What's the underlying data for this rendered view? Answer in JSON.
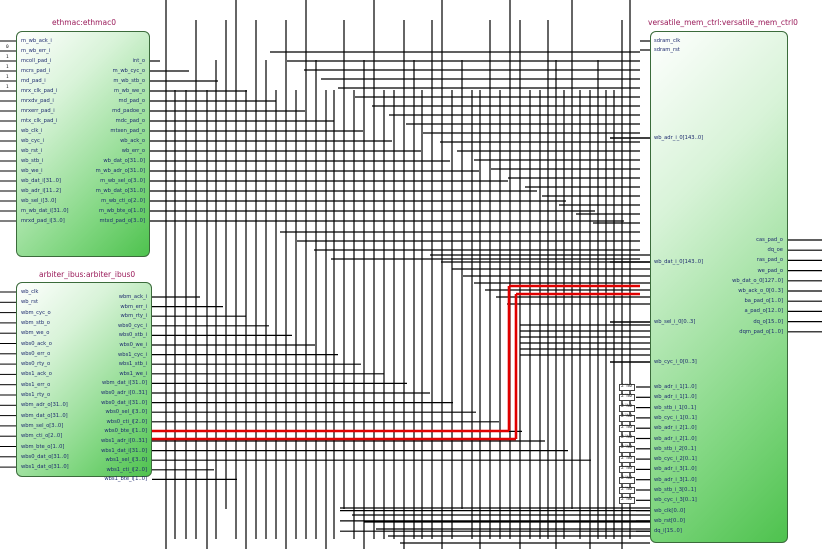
{
  "colors": {
    "wire": "#000000",
    "highlight": "#e00000",
    "block_border": "#3b6b3b",
    "title": "#9a1b5a",
    "pin": "#1d2a6e"
  },
  "blocks": {
    "eth": {
      "title": "ethmac:ethmac0",
      "inputs": [
        "m_wb_ack_i",
        "m_wb_err_i",
        "mcoll_pad_i",
        "mcrs_pad_i",
        "md_pad_i",
        "mrx_clk_pad_i",
        "mrxdv_pad_i",
        "mrxerr_pad_i",
        "mtx_clk_pad_i",
        "wb_clk_i",
        "wb_cyc_i",
        "wb_rst_i",
        "wb_stb_i",
        "wb_we_i",
        "wb_dat_i[31..0]",
        "wb_adr_i[11..2]",
        "wb_sel_i[3..0]",
        "m_wb_dat_i[31..0]",
        "mrxd_pad_i[3..0]"
      ],
      "outputs": [
        "int_o",
        "m_wb_cyc_o",
        "m_wb_stb_o",
        "m_wb_we_o",
        "md_pad_o",
        "md_padoe_o",
        "mdc_pad_o",
        "mtxen_pad_o",
        "wb_ack_o",
        "wb_err_o",
        "wb_dat_o[31..0]",
        "m_wb_adr_o[31..0]",
        "m_wb_sel_o[3..0]",
        "m_wb_dat_o[31..0]",
        "m_wb_cti_o[2..0]",
        "m_wb_bte_o[1..0]",
        "mtxd_pad_o[3..0]"
      ],
      "input_consts": [
        "",
        "0",
        "1",
        "1",
        "1",
        "1",
        "",
        "",
        "",
        "",
        "",
        "",
        "",
        "",
        "",
        "",
        "",
        "",
        ""
      ]
    },
    "arb": {
      "title": "arbiter_ibus:arbiter_ibus0",
      "inputs": [
        "wb_clk",
        "wb_rst",
        "wbm_cyc_o",
        "wbm_stb_o",
        "wbm_we_o",
        "wbs0_ack_o",
        "wbs0_err_o",
        "wbs0_rty_o",
        "wbs1_ack_o",
        "wbs1_err_o",
        "wbs1_rty_o",
        "wbm_adr_o[31..0]",
        "wbm_dat_o[31..0]",
        "wbm_sel_o[3..0]",
        "wbm_cti_o[2..0]",
        "wbm_bte_o[1..0]",
        "wbs0_dat_o[31..0]",
        "wbs1_dat_o[31..0]"
      ],
      "outputs": [
        "wbm_ack_i",
        "wbm_err_i",
        "wbm_rty_i",
        "wbs0_cyc_i",
        "wbs0_stb_i",
        "wbs0_we_i",
        "wbs1_cyc_i",
        "wbs1_stb_i",
        "wbs1_we_i",
        "wbm_dat_i[31..0]",
        "wbs0_adr_i[0..31]",
        "wbs0_dat_i[31..0]",
        "wbs0_sel_i[3..0]",
        "wbs0_cti_i[2..0]",
        "wbs0_bte_i[1..0]",
        "wbs1_adr_i[0..31]",
        "wbs1_dat_i[31..0]",
        "wbs1_sel_i[3..0]",
        "wbs1_cti_i[2..0]",
        "wbs1_bte_i[1..0]"
      ]
    },
    "mem": {
      "title": "versatile_mem_ctrl:versatile_mem_ctrl0",
      "inputs_top": [
        "sdram_clk",
        "sdram_rst"
      ],
      "inputs_mid": [
        "wb_adr_i_0[143..0]",
        "wb_dat_i_0[143..0]",
        "wb_sel_i_0[0..3]",
        "wb_cyc_i_0[0..3]"
      ],
      "inputs_low": [
        "wb_adr_i_1[1..0]",
        "wb_adr_i_1[1..0]",
        "wb_stb_i_1[0..1]",
        "wb_cyc_i_1[0..1]",
        "wb_adr_i_2[1..0]",
        "wb_adr_i_2[1..0]",
        "wb_stb_i_2[0..1]",
        "wb_cyc_i_2[0..1]",
        "wb_adr_i_3[1..0]",
        "wb_adr_i_3[1..0]",
        "wb_stb_i_3[0..1]",
        "wb_cyc_i_3[0..1]",
        "wb_clk[0..0]",
        "wb_rst[0..0]",
        "dq_i[15..0]"
      ],
      "const_labels": [
        "2'h0",
        "2'h0",
        "2'h0",
        "2'h0",
        "2'h0",
        "2'h0",
        "2'h0",
        "2'h0",
        "2'h0",
        "2'h0",
        "2'h0",
        "2'h0"
      ],
      "outputs": [
        "cas_pad_o",
        "dq_oe",
        "ras_pad_o",
        "we_pad_o",
        "wb_dat_o_0[127..0]",
        "wb_ack_o_0[0..3]",
        "ba_pad_o[1..0]",
        "a_pad_o[12..0]",
        "dq_o[15..0]",
        "dqm_pad_o[1..0]"
      ]
    }
  }
}
